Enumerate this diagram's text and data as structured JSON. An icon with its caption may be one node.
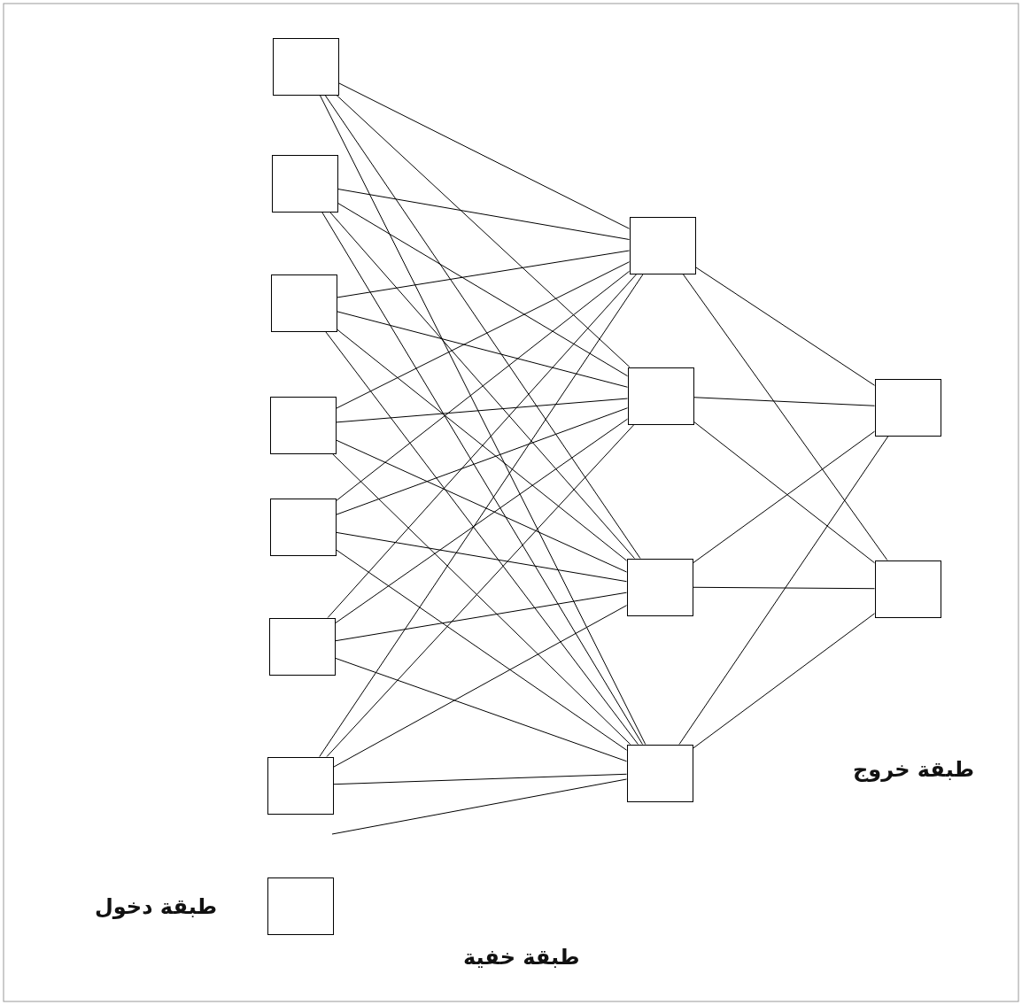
{
  "diagram": {
    "nodes": [
      {
        "text": [],
        "shape": "box"
      },
      {
        "text": [],
        "shape": "box"
      },
      {
        "text": [],
        "shape": "box"
      },
      {
        "text": [],
        "shape": "box"
      },
      {
        "text": [],
        "shape": "box"
      },
      {
        "text": [],
        "shape": "box"
      },
      {
        "text": [],
        "shape": "box"
      },
      {
        "text": [],
        "shape": "box"
      },
      {
        "text": [],
        "shape": "box"
      },
      {
        "text": [],
        "shape": "box"
      },
      {
        "text": [],
        "shape": "box"
      },
      {
        "text": [],
        "shape": "box"
      },
      {
        "text": [],
        "shape": "box"
      },
      {
        "text": [],
        "shape": "box"
      }
    ],
    "edges": [
      {
        "from": 0,
        "to": 8,
        "arrow": "none"
      },
      {
        "from": 0,
        "to": 9,
        "arrow": "none"
      },
      {
        "from": 0,
        "to": 10,
        "arrow": "none"
      },
      {
        "from": 0,
        "to": 11,
        "arrow": "none"
      },
      {
        "from": 1,
        "to": 8,
        "arrow": "none"
      },
      {
        "from": 1,
        "to": 9,
        "arrow": "none"
      },
      {
        "from": 1,
        "to": 10,
        "arrow": "none"
      },
      {
        "from": 1,
        "to": 11,
        "arrow": "none"
      },
      {
        "from": 2,
        "to": 8,
        "arrow": "none"
      },
      {
        "from": 2,
        "to": 9,
        "arrow": "none"
      },
      {
        "from": 2,
        "to": 10,
        "arrow": "none"
      },
      {
        "from": 2,
        "to": 11,
        "arrow": "none"
      },
      {
        "from": 3,
        "to": 8,
        "arrow": "none"
      },
      {
        "from": 3,
        "to": 9,
        "arrow": "none"
      },
      {
        "from": 3,
        "to": 10,
        "arrow": "none"
      },
      {
        "from": 3,
        "to": 11,
        "arrow": "none"
      },
      {
        "from": 4,
        "to": 8,
        "arrow": "none"
      },
      {
        "from": 4,
        "to": 9,
        "arrow": "none"
      },
      {
        "from": 4,
        "to": 10,
        "arrow": "none"
      },
      {
        "from": 4,
        "to": 11,
        "arrow": "none"
      },
      {
        "from": 5,
        "to": 8,
        "arrow": "none"
      },
      {
        "from": 5,
        "to": 9,
        "arrow": "none"
      },
      {
        "from": 5,
        "to": 10,
        "arrow": "none"
      },
      {
        "from": 5,
        "to": 11,
        "arrow": "none"
      },
      {
        "from": 6,
        "to": 8,
        "arrow": "none"
      },
      {
        "from": 6,
        "to": 9,
        "arrow": "none"
      },
      {
        "from": 6,
        "to": 10,
        "arrow": "none"
      },
      {
        "from": 6,
        "to": 11,
        "arrow": "none"
      },
      {
        "from": null,
        "to": 11,
        "arrow": "none"
      },
      {
        "from": 8,
        "to": 12,
        "arrow": "none"
      },
      {
        "from": 8,
        "to": 13,
        "arrow": "none"
      },
      {
        "from": 9,
        "to": 12,
        "arrow": "none"
      },
      {
        "from": 9,
        "to": 13,
        "arrow": "none"
      },
      {
        "from": 10,
        "to": 12,
        "arrow": "none"
      },
      {
        "from": 10,
        "to": 13,
        "arrow": "none"
      },
      {
        "from": 11,
        "to": 12,
        "arrow": "none"
      },
      {
        "from": 11,
        "to": 13,
        "arrow": "none"
      }
    ],
    "labels": [
      "طبقة خروج",
      "طبقة دخول",
      "طبقة خفية"
    ]
  }
}
